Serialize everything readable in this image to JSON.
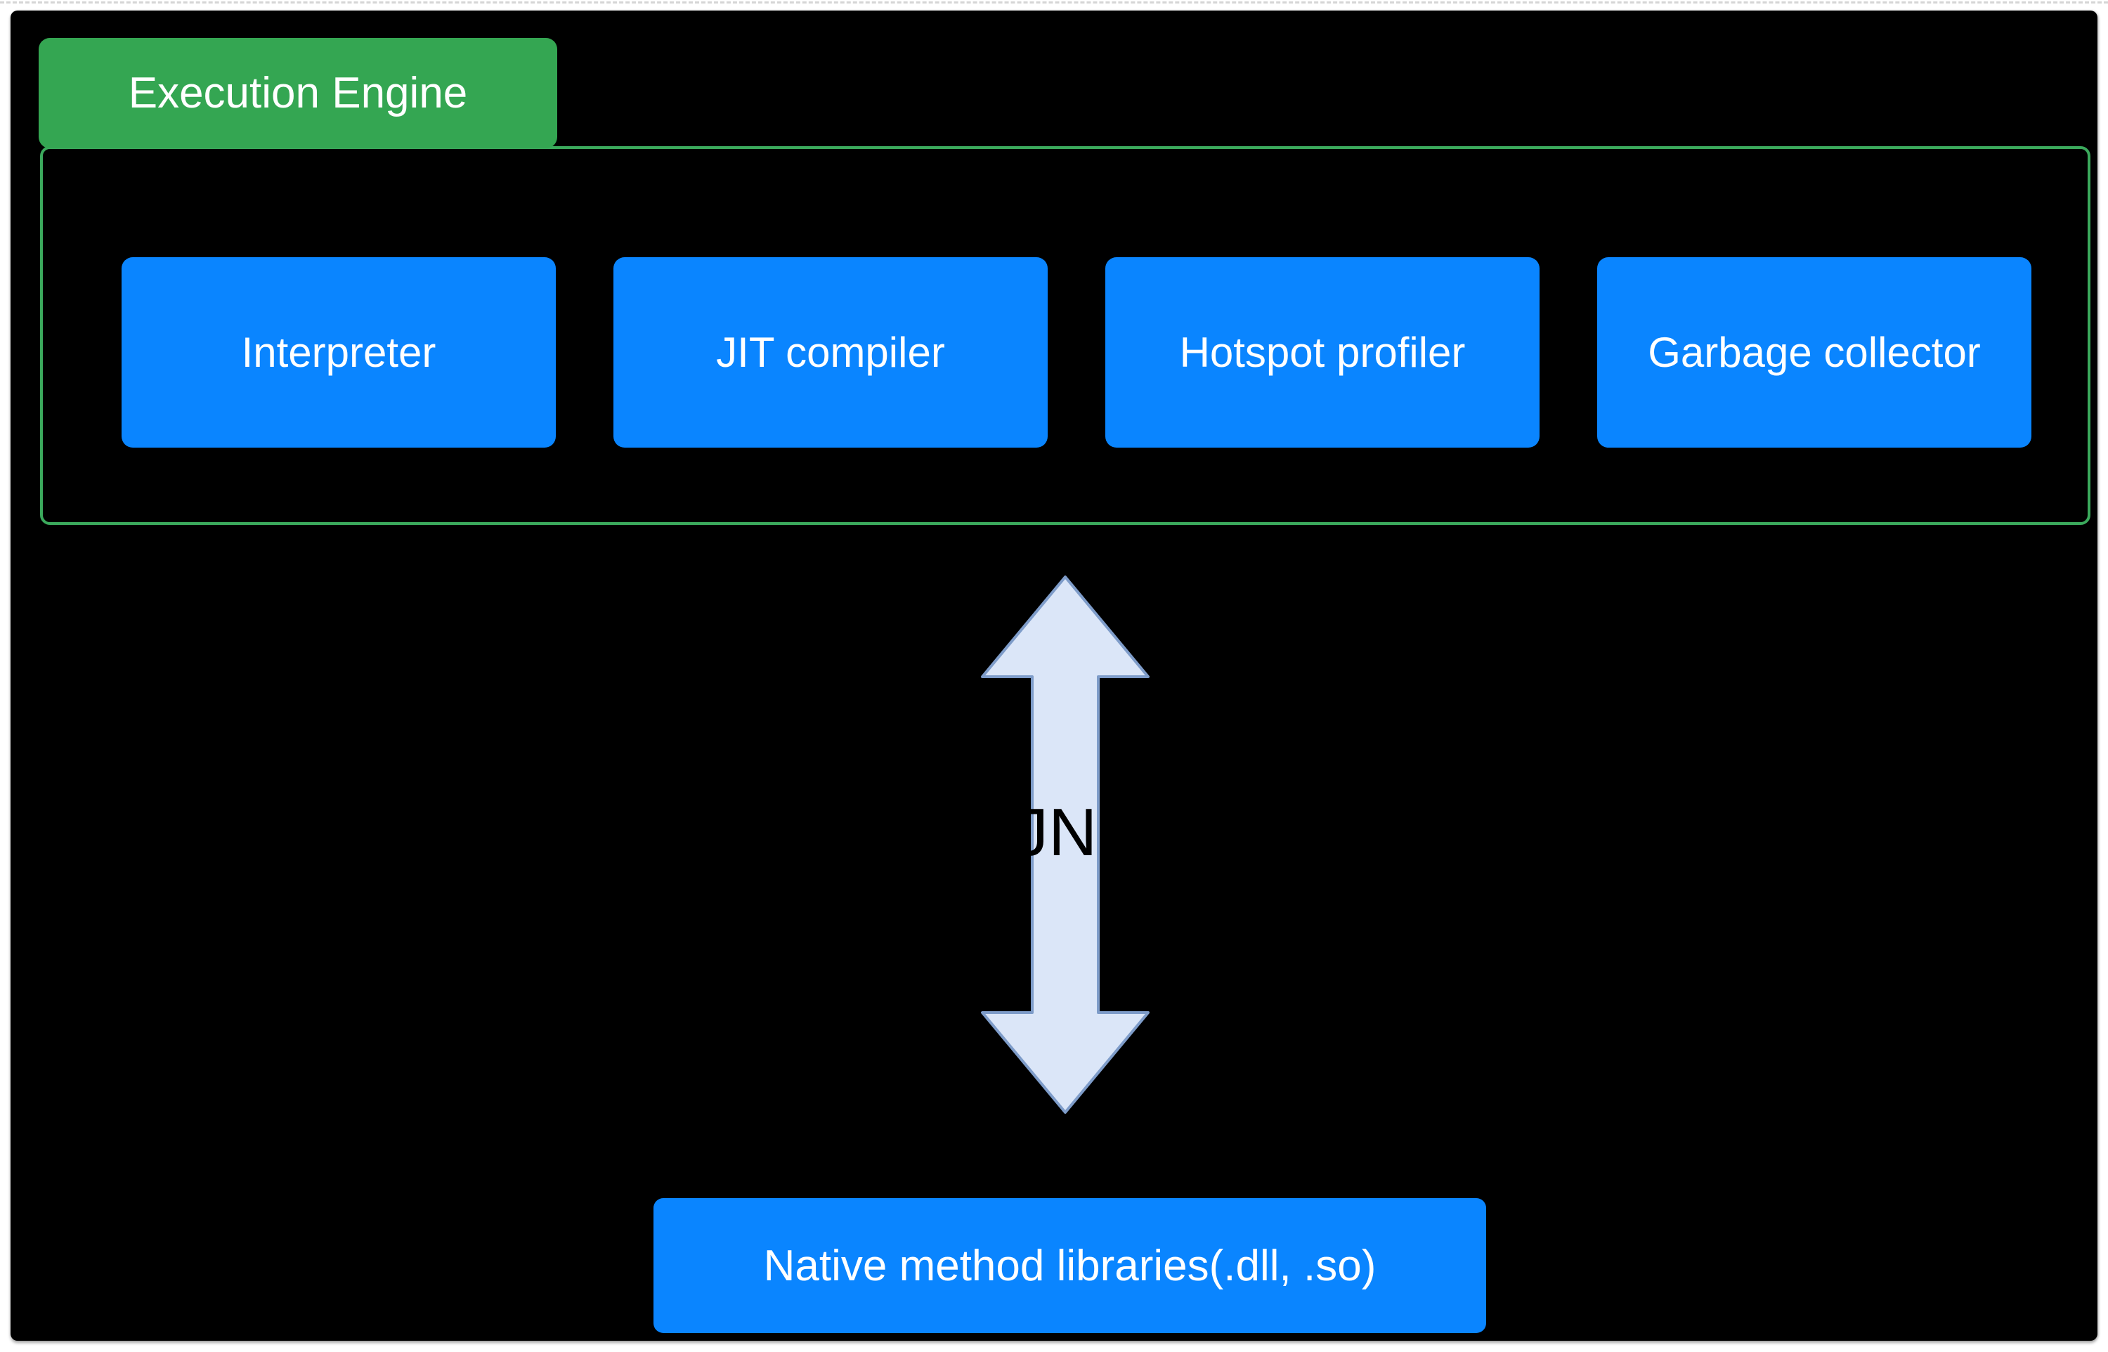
{
  "diagram": {
    "title_tab": {
      "label": "Execution Engine"
    },
    "engine": {
      "components": [
        {
          "label": "Interpreter"
        },
        {
          "label": "JIT compiler"
        },
        {
          "label": "Hotspot profiler"
        },
        {
          "label": "Garbage collector"
        }
      ]
    },
    "jni": {
      "label": "JNI"
    },
    "native": {
      "label": "Native method libraries(.dll, .so)"
    }
  },
  "colors": {
    "canvas-bg": "#000000",
    "page-bg": "#ffffff",
    "tab-green": "#34a652",
    "container-border-green": "#3ba95c",
    "box-blue": "#0a85ff",
    "box-text": "#ffffff",
    "arrow-fill": "#dbe6f8",
    "arrow-stroke": "#7e9cc9",
    "jni-text": "#000000"
  }
}
